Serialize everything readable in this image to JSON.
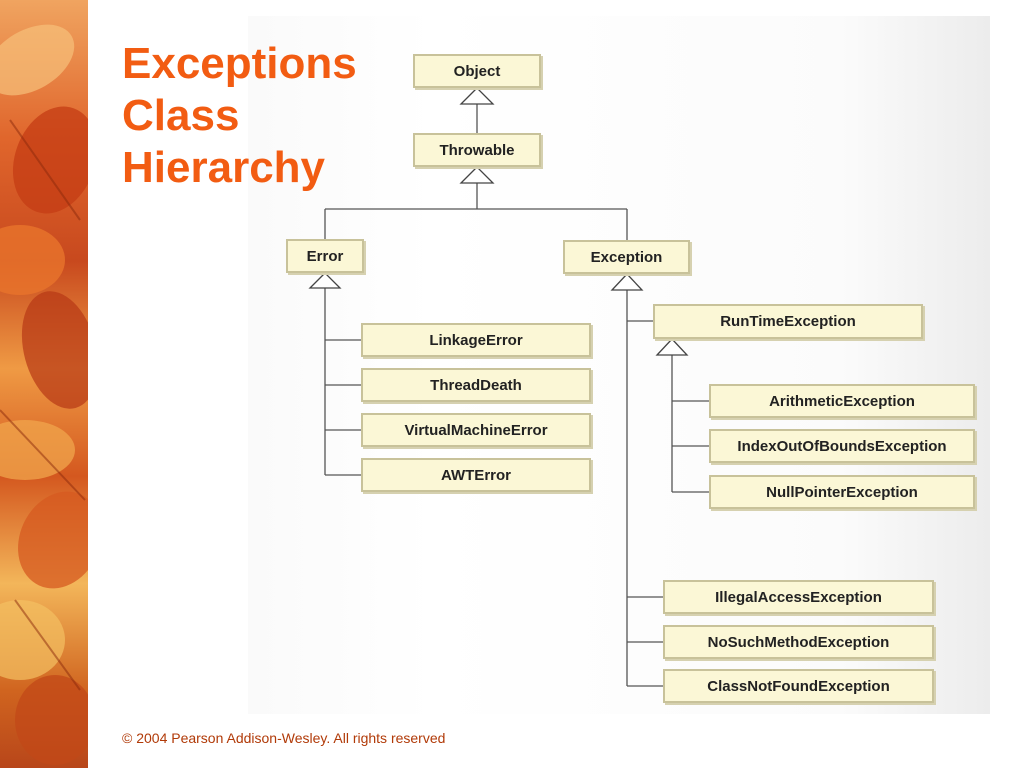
{
  "slide": {
    "title_lines": [
      "Exceptions",
      "Class",
      "Hierarchy"
    ],
    "footer": "© 2004 Pearson Addison-Wesley. All rights reserved"
  },
  "diagram": {
    "nodes": {
      "object": "Object",
      "throwable": "Throwable",
      "error": "Error",
      "exception": "Exception",
      "linkage_error": "LinkageError",
      "thread_death": "ThreadDeath",
      "virtual_machine_error": "VirtualMachineError",
      "awt_error": "AWTError",
      "runtime_exception": "RunTimeException",
      "arithmetic_exception": "ArithmeticException",
      "index_out_of_bounds_exception": "IndexOutOfBoundsException",
      "null_pointer_exception": "NullPointerException",
      "illegal_access_exception": "IllegalAccessException",
      "no_such_method_exception": "NoSuchMethodException",
      "class_not_found_exception": "ClassNotFoundException"
    }
  }
}
